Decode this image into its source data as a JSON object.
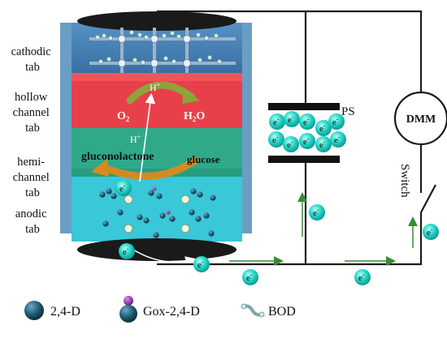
{
  "tabs": {
    "cathodic": [
      "cathodic",
      "tab"
    ],
    "hollow": [
      "hollow",
      "channel",
      "tab"
    ],
    "hemi": [
      "hemi-",
      "channel",
      "tab"
    ],
    "anodic": [
      "anodic",
      "tab"
    ]
  },
  "reaction": {
    "o2": "O",
    "o2_sub": "2",
    "h2o_pre": "H",
    "h2o_sub": "2",
    "h2o_post": "O",
    "proton_top": "H",
    "proton_mid": "H",
    "proton_sup": "+",
    "gluconolactone": "gluconolactone",
    "glucose": "glucose"
  },
  "circuit": {
    "ps": "PS",
    "dmm": "DMM",
    "switch": "Switch"
  },
  "electron": {
    "symbol": "e",
    "sup": "-"
  },
  "legend": {
    "item1": "2,4-D",
    "item2": "Gox-2,4-D",
    "item3": "BOD"
  },
  "colors": {
    "cathodic_band": "#4a86b8",
    "hollow_band": "#e8404a",
    "hemi_band": "#2fa98a",
    "anodic_band": "#38c8d8",
    "electron": "#22d4c8",
    "arrow_green": "#3a8a3a",
    "arrow_orange": "#d96a1e",
    "wire": "#1a1a1a"
  }
}
